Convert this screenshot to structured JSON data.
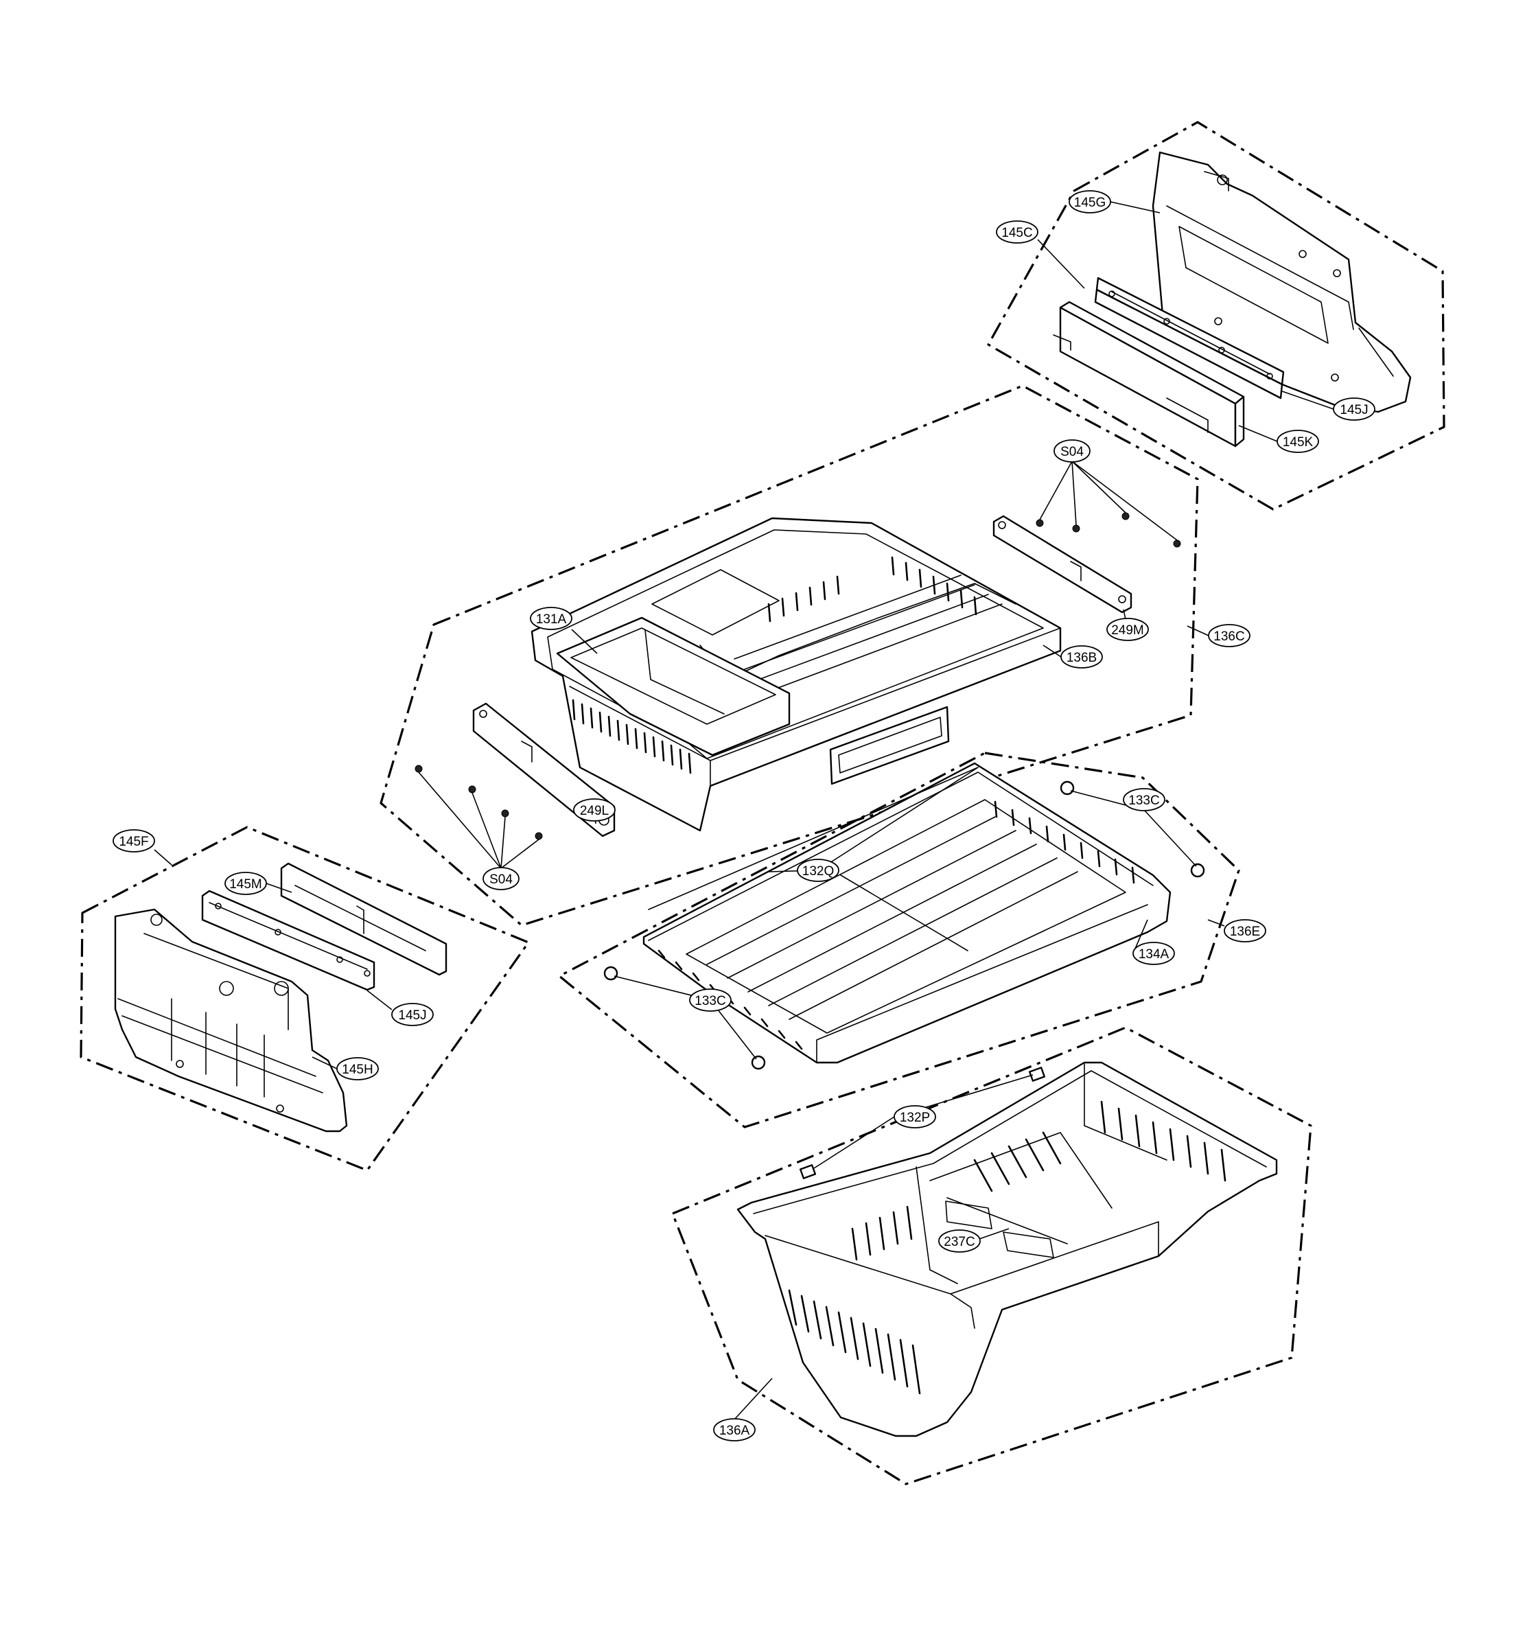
{
  "diagram": {
    "groups": [
      "145C",
      "136C",
      "145F",
      "136E",
      "136A"
    ],
    "callouts": {
      "c145C": "145C",
      "c145G": "145G",
      "c145J_top": "145J",
      "c145K": "145K",
      "cS04_top": "S04",
      "c249M": "249M",
      "c136C": "136C",
      "c131A": "131A",
      "c136B": "136B",
      "c249L": "249L",
      "cS04_bottom": "S04",
      "c145F": "145F",
      "c145M": "145M",
      "c145J_left": "145J",
      "c145H": "145H",
      "c133C_top": "133C",
      "c132Q": "132Q",
      "c136E": "136E",
      "c134A": "134A",
      "c133C_bottom": "133C",
      "c132P": "132P",
      "c237C": "237C",
      "c136A": "136A"
    }
  }
}
